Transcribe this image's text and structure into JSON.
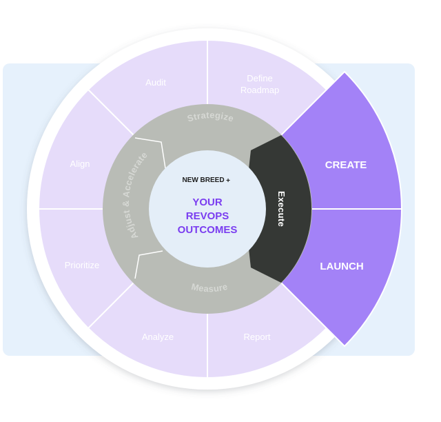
{
  "outer_segments": [
    "Audit",
    "Define",
    "Roadmap",
    "Align",
    "Prioritize",
    "Analyze",
    "Report"
  ],
  "highlight": {
    "top": "CREATE",
    "bottom": "LAUNCH"
  },
  "ring": {
    "strategize": "Strategize",
    "adjust": "Adjust & Accelerate",
    "measure": "Measure",
    "execute": "Execute"
  },
  "center": {
    "brand": "NEW BREED",
    "brand_plus": "+",
    "line1": "YOUR",
    "line2": "REVOPS",
    "line3": "OUTCOMES"
  },
  "colors": {
    "backdrop": "#e6f1fc",
    "outer_segment": "#e6dcfa",
    "highlight": "#a382f7",
    "ring_gray": "#b9bcb6",
    "execute": "#353835",
    "center": "#e4eef8",
    "accent_text": "#7a3df0"
  }
}
